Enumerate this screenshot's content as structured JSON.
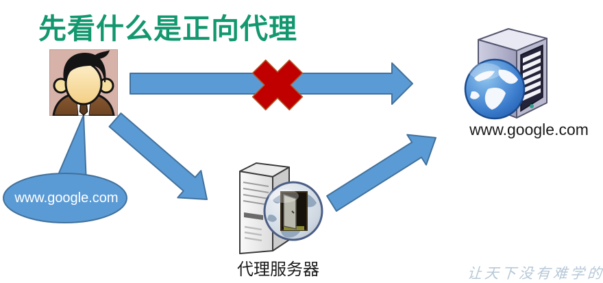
{
  "title": {
    "text": "先看什么是正向代理"
  },
  "diagram": {
    "client": {
      "icon": "user-avatar-icon"
    },
    "request_callout": {
      "text": "www.google.com"
    },
    "blocked_direct_path": {
      "icon": "red-x-blocked-icon"
    },
    "proxy_server": {
      "label": "代理服务器",
      "icon": "proxy-server-icon"
    },
    "target_server": {
      "label": "www.google.com",
      "icon": "web-server-icon"
    },
    "arrows": [
      {
        "name": "client-to-target-blocked",
        "direction": "right"
      },
      {
        "name": "client-to-proxy",
        "direction": "down-right"
      },
      {
        "name": "proxy-to-target",
        "direction": "up-right"
      }
    ]
  },
  "watermark": {
    "text": "让天下没有难学的技术"
  },
  "colors": {
    "arrow_fill": "#5b9bd5",
    "arrow_stroke": "#41719c",
    "x_fill": "#c00000",
    "x_stroke": "#b05a28",
    "title": "#12976e",
    "watermark": "#7b9cb8",
    "label": "#1a1a1a",
    "background": "#ffffff"
  }
}
